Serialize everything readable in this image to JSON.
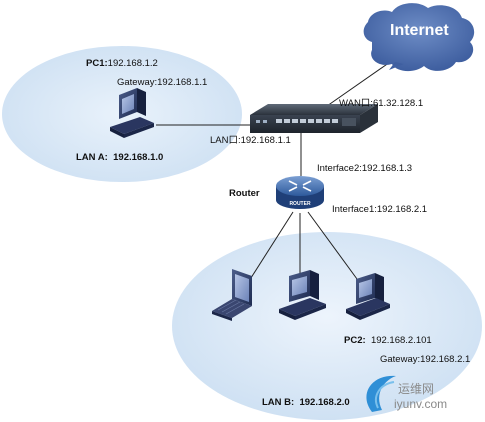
{
  "internet": {
    "label": "Internet"
  },
  "lan_a": {
    "name_prefix": "LAN A:",
    "network": "192.168.1.0",
    "pc1_name": "PC1:",
    "pc1_ip": "192.168.1.2",
    "pc1_gateway": "Gateway:192.168.1.1"
  },
  "firewall": {
    "wan": "WAN口:61.32.128.1",
    "lan": "LAN口:192.168.1.1"
  },
  "router": {
    "name": "Router",
    "badge": "ROUTER",
    "interface2": "Interface2:192.168.1.3",
    "interface1": "Interface1:192.168.2.1"
  },
  "lan_b": {
    "name_prefix": "LAN B:",
    "network": "192.168.2.0",
    "pc2_name": "PC2:",
    "pc2_ip": "192.168.2.101",
    "pc2_gateway": "Gateway:192.168.2.1"
  },
  "watermark": {
    "cn": "运维网",
    "domain": "iyunv.com"
  }
}
